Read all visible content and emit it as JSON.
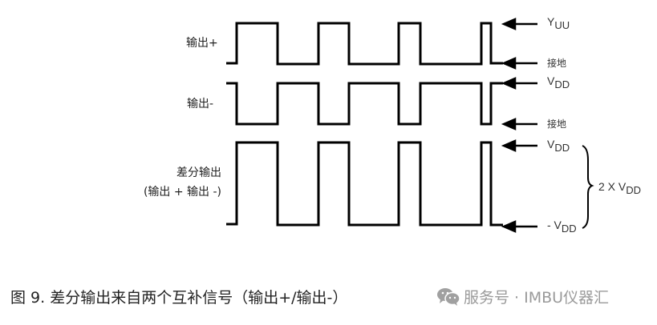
{
  "diagram": {
    "signals": [
      {
        "label": "输出+",
        "levels": {
          "high": "Y_UU",
          "low": "接地"
        }
      },
      {
        "label": "输出-",
        "levels": {
          "high": "V_DD",
          "low": "接地"
        }
      },
      {
        "label_line1": "差分输出",
        "label_line2": "(输出 + 输出 -)",
        "levels": {
          "high": "V_DD",
          "low": "- V_DD"
        }
      }
    ],
    "right_labels": {
      "r1_high": "Y",
      "r1_high_sub": "UU",
      "r1_low": "接地",
      "r2_high": "V",
      "r2_high_sub": "DD",
      "r2_low": "接地",
      "r3_high": "V",
      "r3_high_sub": "DD",
      "r3_low": "- V",
      "r3_low_sub": "DD",
      "brace_label": "2 X V",
      "brace_label_sub": "DD"
    },
    "edges_x": [
      295,
      346,
      397,
      435,
      497,
      524,
      600,
      612
    ],
    "colors": {
      "line": "#000000",
      "text": "#222222",
      "watermark": "#9a9a9a"
    }
  },
  "caption": "图 9. 差分输出来自两个互补信号（输出+/输出-）",
  "watermark": {
    "icon": "wechat-icon",
    "text": "服务号 · IMBU仪器汇"
  }
}
